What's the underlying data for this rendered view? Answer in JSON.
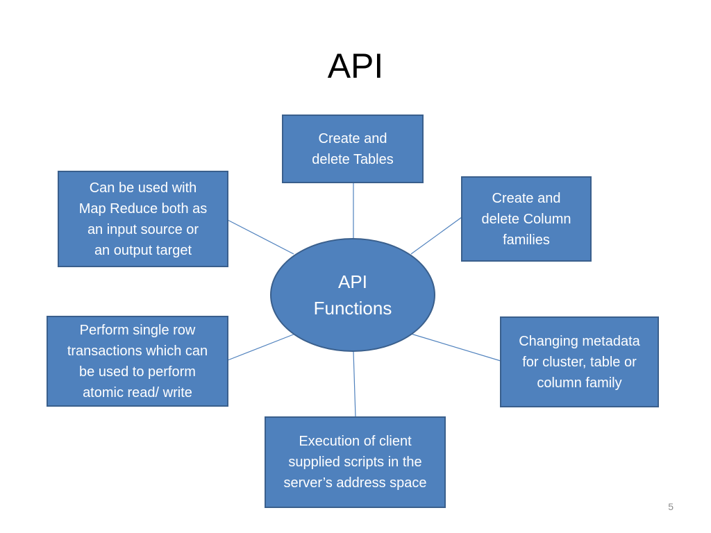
{
  "slide": {
    "title": "API",
    "page_number": "5"
  },
  "diagram": {
    "center": {
      "label": "API\nFunctions"
    },
    "nodes": [
      {
        "id": "top",
        "label": "Create and\ndelete Tables"
      },
      {
        "id": "top-right",
        "label": "Create and\ndelete Column\nfamilies"
      },
      {
        "id": "right",
        "label": "Changing metadata\nfor cluster, table or\ncolumn  family"
      },
      {
        "id": "bottom",
        "label": "Execution of client\nsupplied scripts in the\nserver’s address space"
      },
      {
        "id": "left",
        "label": "Perform single row\ntransactions which can\nbe used to perform\natomic  read/ write"
      },
      {
        "id": "top-left",
        "label": "Can be used with\nMap Reduce both as\nan input source or\nan output target"
      }
    ]
  },
  "colors": {
    "box_fill": "#4f81bd",
    "box_border": "#3a5f8c",
    "connector": "#4f81bd",
    "text": "#ffffff"
  }
}
